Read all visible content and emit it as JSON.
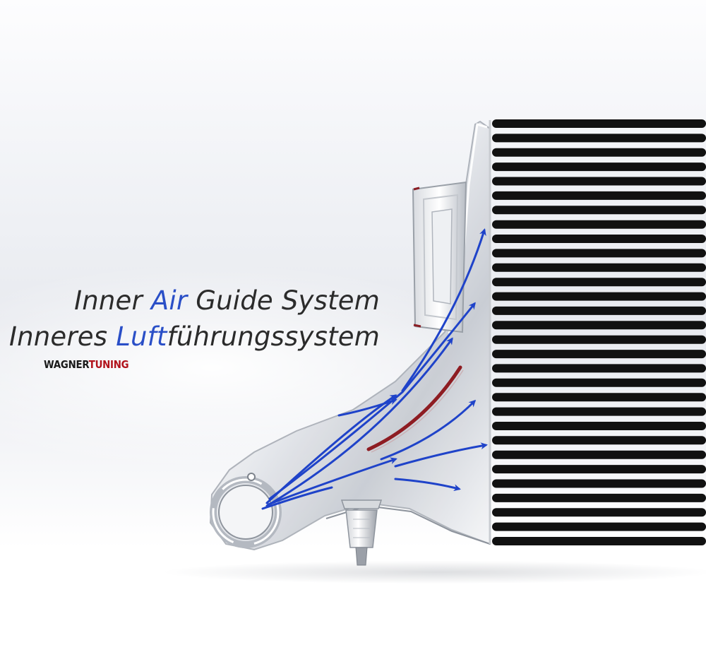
{
  "headline": {
    "line1_pre": "Inner ",
    "line1_accent": "Air",
    "line1_post": " Guide System",
    "line2_pre": "Inneres ",
    "line2_accent": "Luft",
    "line2_post": "führungssystem"
  },
  "brand": {
    "part1": "WAGNER",
    "part2": "TUNING"
  },
  "colors": {
    "accent_blue": "#2a4fc7",
    "brand_red": "#b1121b",
    "fins": "#111111"
  },
  "illustration": {
    "subject": "intercooler-end-tank-with-air-guide",
    "fin_count": 30
  }
}
